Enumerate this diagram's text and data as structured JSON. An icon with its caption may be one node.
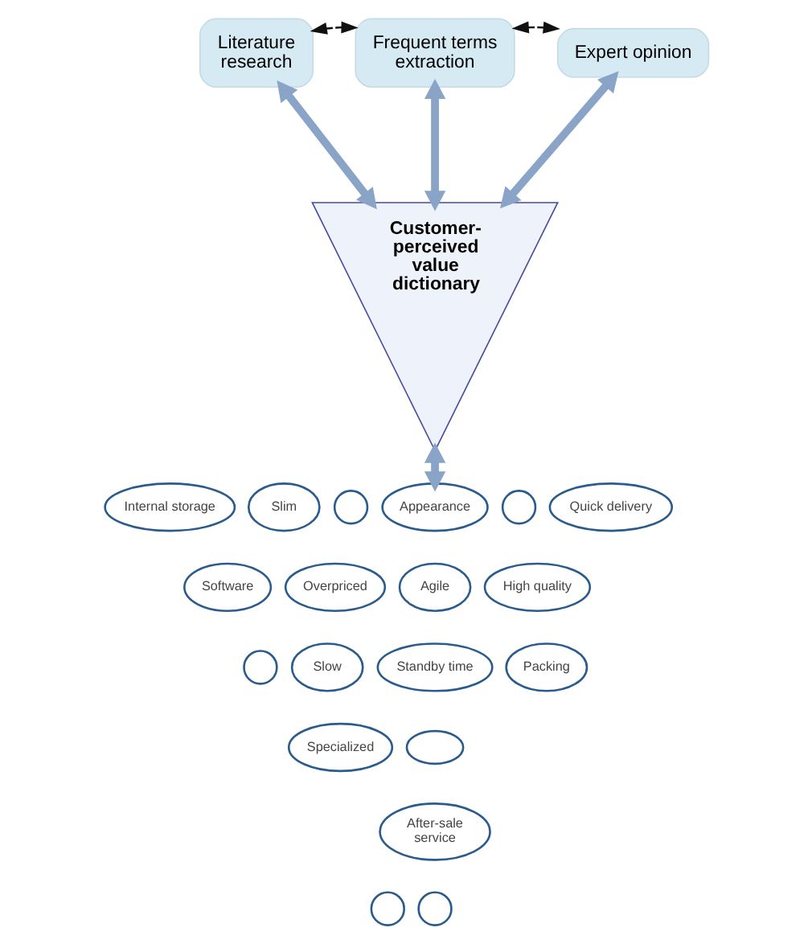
{
  "diagram": {
    "nodes": [
      {
        "text": [
          "Frequent terms extraction"
        ]
      },
      {
        "text": [
          "Literature research"
        ]
      },
      {
        "text": [
          "Expert opinion"
        ]
      },
      {
        "text": [
          "Customer-perceived value dictionary"
        ]
      },
      {
        "text": [],
        "shape": "circle"
      },
      {
        "text": [],
        "shape": "circle"
      },
      {
        "text": [
          "Slim"
        ]
      },
      {
        "text": [
          "Quick delivery"
        ]
      },
      {
        "text": [
          "Internal storage"
        ]
      },
      {
        "text": [
          "Appearance"
        ]
      },
      {
        "text": [
          "Overpriced"
        ]
      },
      {
        "text": [
          "Agile"
        ]
      },
      {
        "text": [
          "High quality"
        ]
      },
      {
        "text": [
          "Software"
        ]
      },
      {
        "text": [
          "Slow"
        ]
      },
      {
        "text": [],
        "shape": "circle"
      },
      {
        "text": [
          "Standby time"
        ]
      },
      {
        "text": [
          "Packing"
        ]
      },
      {
        "text": [
          "Specialized"
        ]
      },
      {
        "text": [],
        "shape": "ellipse"
      },
      {
        "text": [
          "After-sale service"
        ]
      },
      {
        "text": [],
        "shape": "circle"
      },
      {
        "text": [],
        "shape": "circle"
      }
    ],
    "edges": [
      {
        "from": 1,
        "to": 0,
        "arrow": "both",
        "style": "dashed",
        "color": "#111111"
      },
      {
        "from": 0,
        "to": 2,
        "arrow": "both",
        "style": "dashed",
        "color": "#111111"
      },
      {
        "from": 1,
        "to": 3,
        "arrow": "both",
        "color": "#8aa4c8"
      },
      {
        "from": 0,
        "to": 3,
        "arrow": "both",
        "color": "#8aa4c8"
      },
      {
        "from": 2,
        "to": 3,
        "arrow": "both",
        "color": "#8aa4c8"
      },
      {
        "from": 3,
        "to": 9,
        "arrow": "both",
        "color": "#8aa4c8"
      }
    ]
  }
}
